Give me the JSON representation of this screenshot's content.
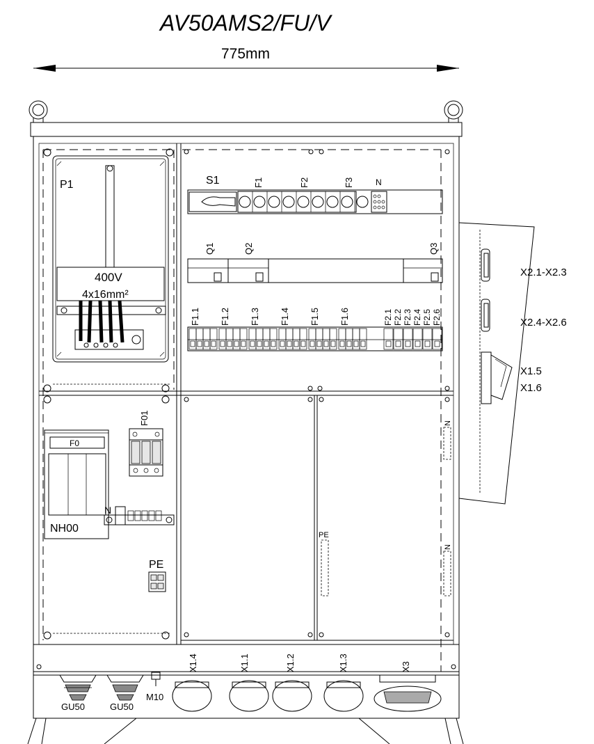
{
  "title": "AV50AMS2/FU/V",
  "dimension": "775mm",
  "labels": {
    "p1": "P1",
    "s1": "S1",
    "f1": "F1",
    "f2": "F2",
    "f3": "F3",
    "n_top": "N",
    "q1": "Q1",
    "q2": "Q2",
    "q3": "Q3",
    "meter_voltage": "400V",
    "meter_cable": "4x16mm²",
    "f01": "F01",
    "f0": "F0",
    "nh00": "NH00",
    "n_left": "N",
    "pe_left": "PE",
    "pe_mid": "PE",
    "n_right_1": "N",
    "n_right_2": "N",
    "m10": "M10",
    "gu50_1": "GU50",
    "gu50_2": "GU50",
    "x14": "X1.4",
    "x11": "X1.1",
    "x12": "X1.2",
    "x13": "X1.3",
    "x3": "X3"
  },
  "breakers": [
    "F1.1",
    "F1.2",
    "F1.3",
    "F1.4",
    "F1.5",
    "F1.6"
  ],
  "small_breakers": [
    "F2.1",
    "F2.2",
    "F2.3",
    "F2.4",
    "F2.5",
    "F2.6"
  ],
  "side_sockets": [
    "X2.1-X2.3",
    "X2.4-X2.6",
    "X1.5",
    "X1.6"
  ]
}
